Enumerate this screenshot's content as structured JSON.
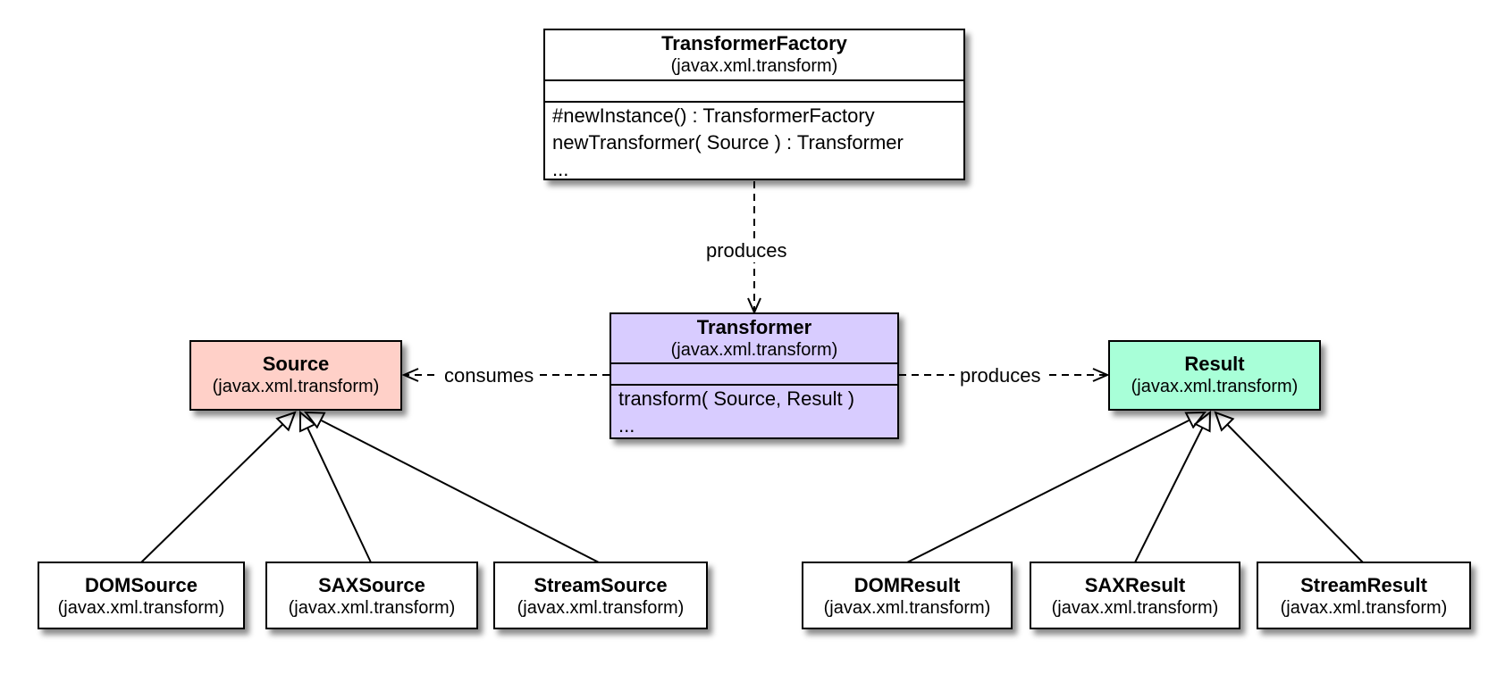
{
  "factory": {
    "name": "TransformerFactory",
    "package": "(javax.xml.transform)",
    "methods": [
      "#newInstance() : TransformerFactory",
      "newTransformer( Source ) : Transformer",
      "..."
    ]
  },
  "transformer": {
    "name": "Transformer",
    "package": "(javax.xml.transform)",
    "methods": [
      "transform( Source, Result )",
      "..."
    ]
  },
  "source": {
    "name": "Source",
    "package": "(javax.xml.transform)"
  },
  "result": {
    "name": "Result",
    "package": "(javax.xml.transform)"
  },
  "source_impls": [
    {
      "name": "DOMSource",
      "package": "(javax.xml.transform)"
    },
    {
      "name": "SAXSource",
      "package": "(javax.xml.transform)"
    },
    {
      "name": "StreamSource",
      "package": "(javax.xml.transform)"
    }
  ],
  "result_impls": [
    {
      "name": "DOMResult",
      "package": "(javax.xml.transform)"
    },
    {
      "name": "SAXResult",
      "package": "(javax.xml.transform)"
    },
    {
      "name": "StreamResult",
      "package": "(javax.xml.transform)"
    }
  ],
  "edges": {
    "factory_produces": "produces",
    "consumes": "consumes",
    "transformer_produces": "produces"
  },
  "colors": {
    "transformer_fill": "#d8ccff",
    "source_fill": "#ffd0c8",
    "result_fill": "#a8ffd8",
    "plain_fill": "#ffffff"
  }
}
